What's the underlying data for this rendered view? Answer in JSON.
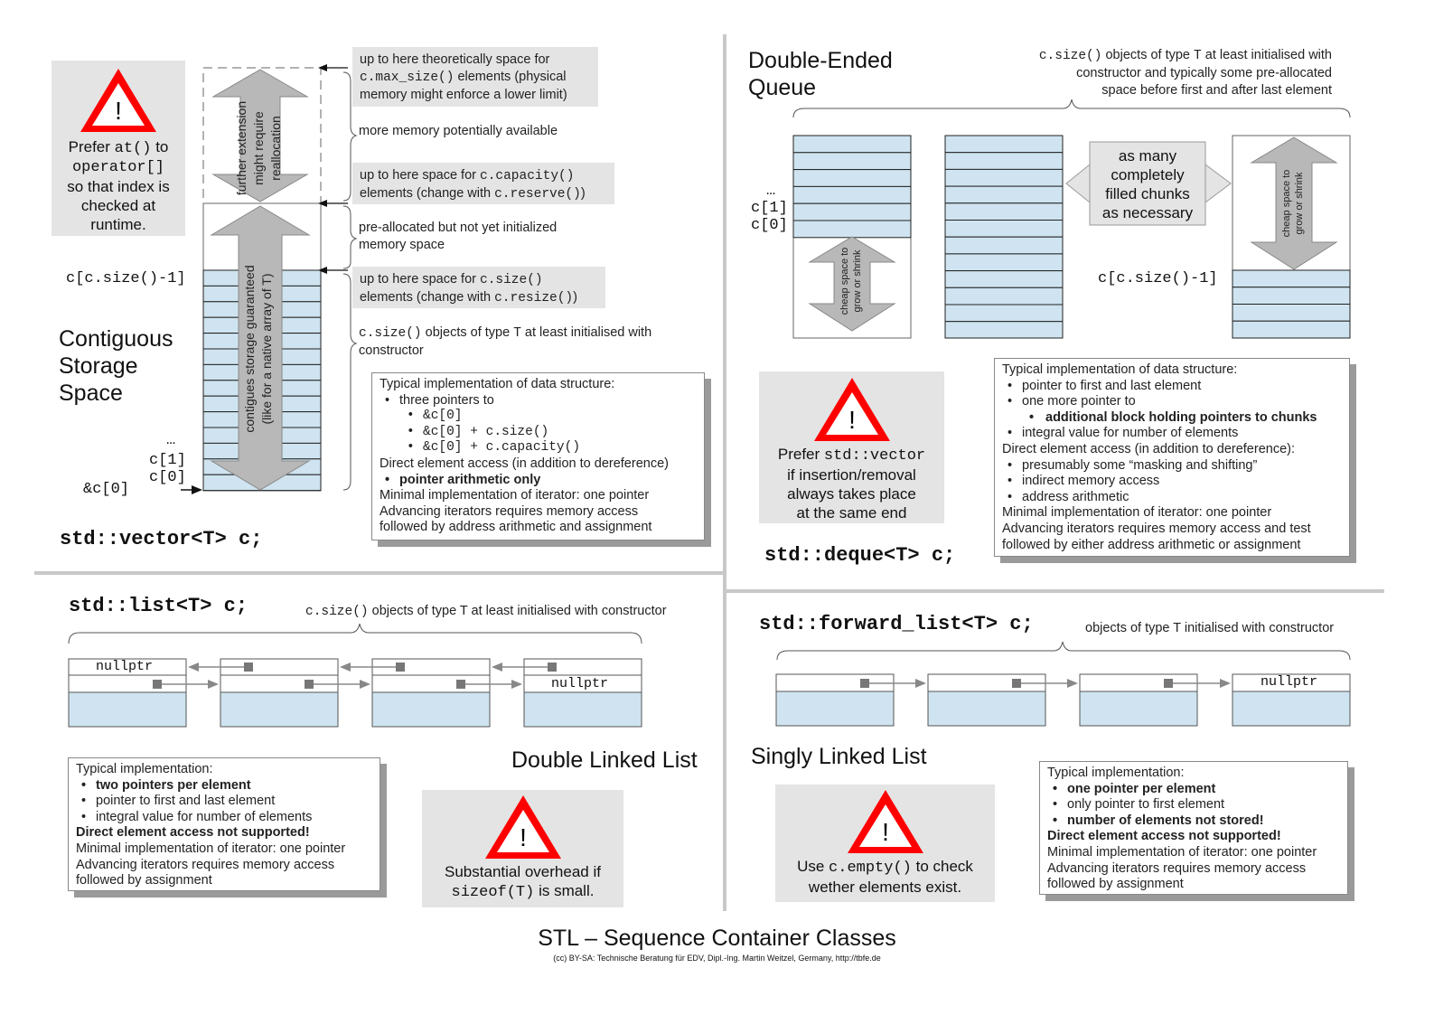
{
  "colors": {
    "cell": "#cfe4f0",
    "gray": "#e4e4e4",
    "arrow": "#b8b8b8",
    "warn": "#ff0000"
  },
  "footer": {
    "title": "STL – Sequence Container Classes",
    "credit": "(cc) BY-SA: Technische Beratung für EDV, Dipl.-Ing. Martin Weitzel, Germany, http://tbfe.de"
  },
  "vector": {
    "decl": "std::vector<T> c;",
    "heading": [
      "Contiguous",
      "Storage",
      "Space"
    ],
    "warning": {
      "l1a": "Prefer ",
      "l1b": "at()",
      "l1c": " to",
      "l2": "operator[]",
      "l3": "so that index is",
      "l4": "checked at",
      "l5": "runtime."
    },
    "arrow_top": [
      "further extension",
      "might require",
      "reallocation"
    ],
    "arrow_main": [
      "contigues storage guaranteed",
      "(like for a native array of T)"
    ],
    "labels": {
      "last": "c[c.size()-1]",
      "dots": "…",
      "c1": "c[1]",
      "c0": "c[0]",
      "addr": "&c[0]"
    },
    "notes": {
      "max_a": "up to here theoretically space for",
      "max_b1": "c.max_size()",
      "max_b2": " elements (physical",
      "max_c": "memory might enforce a lower limit)",
      "more": "more memory potentially available",
      "cap_a1": "up to here space for ",
      "cap_a2": "c.capacity()",
      "cap_b1": "elements (change with ",
      "cap_b2": "c.reserve()",
      "cap_b3": ")",
      "pre_a": "pre-allocated but not yet initialized",
      "pre_b": "memory space",
      "size_a1": "up to here space for ",
      "size_a2": "c.size()",
      "size_b1": "elements (change with ",
      "size_b2": "c.resize()",
      "size_b3": ")",
      "obj_a1": "c.size()",
      "obj_a2": " objects of type ",
      "obj_a3": "T",
      "obj_a4": " at least initialised with",
      "obj_b": "constructor"
    },
    "impl": {
      "head": "Typical implementation of data structure:",
      "b1": "three pointers to",
      "p1": "&c[0]",
      "p2": "&c[0] + c.size()",
      "p3": "&c[0] + c.capacity()",
      "direct": "Direct element access (in addition to dereference)",
      "b2": "pointer arithmetic only",
      "iter1": "Minimal implementation of iterator: one pointer",
      "iter2": "Advancing iterators requires memory access",
      "iter3": "followed by address arithmetic and assignment"
    }
  },
  "deque": {
    "heading": [
      "Double-Ended",
      "Queue"
    ],
    "decl": "std::deque<T> c;",
    "top_a1": "c.size()",
    "top_a2": " objects of type ",
    "top_a3": "T",
    "top_a4": " at least initialised with",
    "top_b": "constructor and typically some pre-allocated",
    "top_c": "space before first and after last element",
    "chunks": [
      "as many",
      "completely",
      "filled chunks",
      "as necessary"
    ],
    "grow": [
      "cheap space to",
      "grow or shrink"
    ],
    "labels": {
      "dots": "…",
      "c1": "c[1]",
      "c0": "c[0]",
      "last": "c[c.size()-1]"
    },
    "warning": {
      "l1a": "Prefer ",
      "l1b": "std::vector",
      "l2": "if insertion/removal",
      "l3": "always takes place",
      "l4": "at the same end"
    },
    "impl": {
      "head": "Typical implementation of data structure:",
      "b1": "pointer to first and last element",
      "b2": "one more pointer to",
      "b3": "additional block holding pointers to chunks",
      "b4": "integral value for number of elements",
      "direct": "Direct element access (in addition to dereference):",
      "b5": "presumably some “masking and shifting”",
      "b6": "indirect memory access",
      "b7": "address arithmetic",
      "iter1": "Minimal implementation of iterator: one pointer",
      "iter2": "Advancing iterators requires memory access and test",
      "iter3": "followed by either address arithmetic or assignment"
    }
  },
  "list": {
    "decl": "std::list<T> c;",
    "heading": "Double Linked List",
    "top1": "c.size()",
    "top2": " objects of type ",
    "top3": "T",
    "top4": " at least initialised with constructor",
    "null_first": "nullptr",
    "null_last": "nullptr",
    "impl": {
      "head": "Typical implementation:",
      "b1": "two pointers per element",
      "b2": "pointer to first and last element",
      "b3": "integral value for number of elements",
      "direct": "Direct element access not supported!",
      "iter1": "Minimal implementation of iterator: one pointer",
      "iter2": "Advancing iterators requires memory access",
      "iter3": "followed by assignment"
    },
    "warning": {
      "l1": "Substantial overhead if",
      "l2a": "sizeof(T)",
      "l2b": " is small."
    }
  },
  "flist": {
    "decl": "std::forward_list<T> c;",
    "heading": "Singly Linked List",
    "top": "objects of type T initialised with constructor",
    "null_last": "nullptr",
    "impl": {
      "head": "Typical implementation:",
      "b1": "one pointer per element",
      "b2": "only pointer to first element",
      "b3": "number of elements not stored!",
      "direct": "Direct element access not supported!",
      "iter1": "Minimal implementation of iterator: one pointer",
      "iter2": "Advancing iterators requires memory access",
      "iter3": "followed by assignment"
    },
    "warning": {
      "l1a": "Use ",
      "l1b": "c.empty()",
      "l1c": " to check",
      "l2": "wether elements exist."
    }
  }
}
